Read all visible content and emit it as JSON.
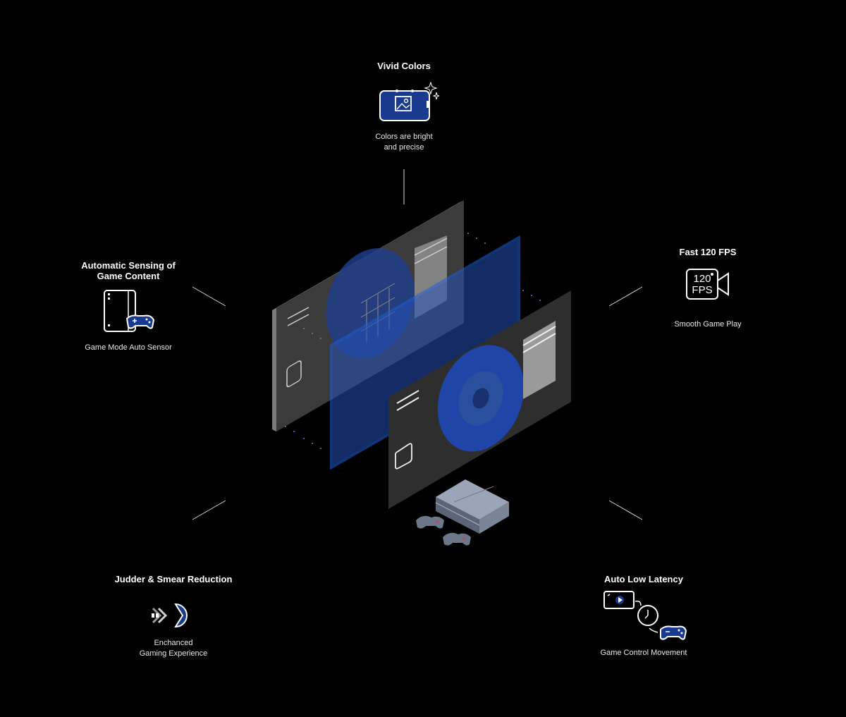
{
  "features": {
    "vivid": {
      "title": "Vivid Colors",
      "desc_line1": "Colors are bright",
      "desc_line2": "and precise",
      "icon": "image-icon"
    },
    "sensing": {
      "title_line1": "Automatic Sensing of",
      "title_line2": "Game Content",
      "desc": "Game Mode Auto Sensor",
      "icon": "gamepad-screen-icon"
    },
    "fps": {
      "title": "Fast 120 FPS",
      "icon_line1": "120",
      "icon_line2": "FPS",
      "desc": "Smooth Game Play",
      "icon": "video-camera-icon"
    },
    "judder": {
      "title": "Judder & Smear Reduction",
      "desc_line1": "Enchanced",
      "desc_line2": "Gaming Experience",
      "icon": "pacman-icon"
    },
    "latency": {
      "title": "Auto Low Latency",
      "desc": "Game Control Movement",
      "icon": "timer-gamepad-icon"
    }
  },
  "colors": {
    "background": "#000000",
    "accent": "#1e5fd6",
    "accent_dark": "#1a3a8f",
    "panel": "#3a3a3a"
  }
}
